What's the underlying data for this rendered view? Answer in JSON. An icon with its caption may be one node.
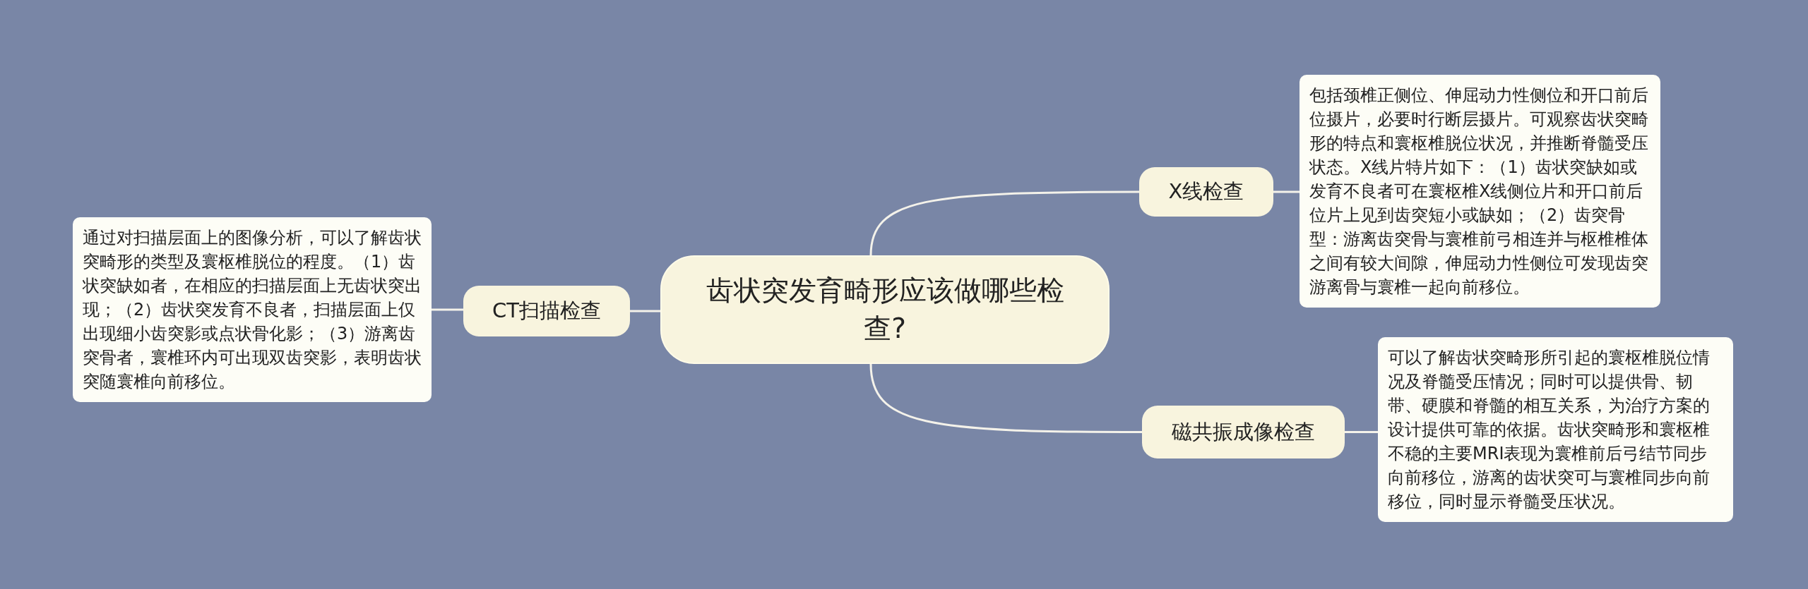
{
  "diagram": {
    "nodes": [
      {
        "text": [
          "齿状突发育畸形应该做哪些检查?"
        ]
      },
      {
        "text": [
          "X线检查"
        ]
      },
      {
        "text": [
          "包括颈椎正侧位、伸屈动力性侧位和开口前后位摄片，必要时行断层摄片。可观察齿状突畸形的特点和寰枢椎脱位状况，并推断脊髓受压状态。X线片特片如下：（1）齿状突缺如或发育不良者可在寰枢椎X线侧位片和开口前后位片上见到齿突短小或缺如；（2）齿突骨型：游离齿突骨与寰椎前弓相连并与枢椎椎体之间有较大间隙，伸屈动力性侧位可发现齿突游离骨与寰椎一起向前移位。"
        ]
      },
      {
        "text": [
          "CT扫描检查"
        ]
      },
      {
        "text": [
          "通过对扫描层面上的图像分析，可以了解齿状突畸形的类型及寰枢椎脱位的程度。（1）齿状突缺如者，在相应的扫描层面上无齿状突出现；（2）齿状突发育不良者，扫描层面上仅出现细小齿突影或点状骨化影；（3）游离齿突骨者，寰椎环内可出现双齿突影，表明齿状突随寰椎向前移位。"
        ]
      },
      {
        "text": [
          "磁共振成像检查"
        ]
      },
      {
        "text": [
          "可以了解齿状突畸形所引起的寰枢椎脱位情况及脊髓受压情况；同时可以提供骨、韧带、硬膜和脊髓的相互关系，为治疗方案的设计提供可靠的依据。齿状突畸形和寰枢椎不稳的主要MRI表现为寰椎前后弓结节同步向前移位，游离的齿状突可与寰椎同步向前移位，同时显示脊髓受压状况。"
        ]
      }
    ],
    "edges": [
      {
        "from": 0,
        "to": 1,
        "arrow": "none"
      },
      {
        "from": 1,
        "to": 2,
        "arrow": "none"
      },
      {
        "from": 0,
        "to": 3,
        "arrow": "none"
      },
      {
        "from": 3,
        "to": 4,
        "arrow": "none"
      },
      {
        "from": 0,
        "to": 5,
        "arrow": "none"
      },
      {
        "from": 5,
        "to": 6,
        "arrow": "none"
      }
    ]
  }
}
